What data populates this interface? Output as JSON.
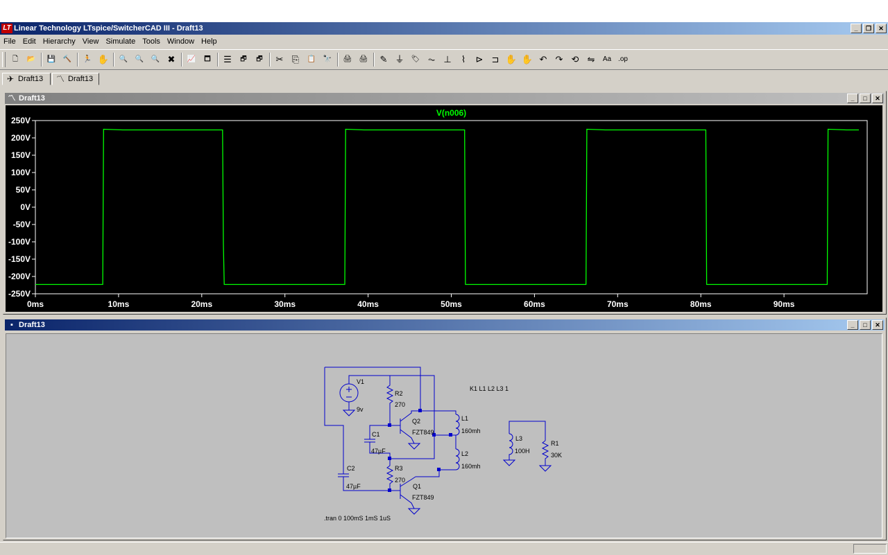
{
  "window": {
    "title": "Linear Technology LTspice/SwitcherCAD III - Draft13",
    "app_icon_glyph": "LT",
    "buttons": [
      "_",
      "❐",
      "✕"
    ]
  },
  "menu": {
    "items": [
      "File",
      "Edit",
      "Hierarchy",
      "View",
      "Simulate",
      "Tools",
      "Window",
      "Help"
    ]
  },
  "toolbar": {
    "icons": [
      "new-schematic-icon",
      "open-folder-icon",
      "save-icon",
      "control-panel-icon",
      "run-icon",
      "pan-hand-icon",
      "zoom-area-icon",
      "zoom-in-icon",
      "zoom-out-icon",
      "zoom-cancel-icon",
      "autoscale-icon",
      "fit-icon",
      "tile-horizontal-icon",
      "cascade-icon",
      "tile-vertical-icon",
      "cut-icon",
      "copy-icon",
      "paste-icon",
      "find-icon",
      "print-setup-icon",
      "print-icon",
      "wire-icon",
      "ground-icon",
      "label-net-icon",
      "resistor-icon",
      "capacitor-icon",
      "inductor-icon",
      "diode-icon",
      "component-icon",
      "move-icon",
      "drag-icon",
      "undo-icon",
      "redo-icon",
      "rotate-icon",
      "mirror-icon",
      "text-icon",
      "spice-directive-icon"
    ],
    "glyphs": [
      "🗋",
      "📂",
      "💾",
      "🔨",
      "🏃",
      "✋",
      "🔍",
      "🔍",
      "🔍",
      "✖",
      "📈",
      "🗖",
      "☰",
      "🗗",
      "🗗",
      "✂",
      "⎘",
      "📋",
      "🔭",
      "🖨",
      "🖨",
      "✎",
      "⏚",
      "🏷",
      "⏦",
      "⊥",
      "⌇",
      "⊳",
      "⊐",
      "✋",
      "✋",
      "↶",
      "↷",
      "⟲",
      "⇋",
      "Aa",
      ".op"
    ]
  },
  "tabs": [
    {
      "label": "Draft13",
      "icon": "schematic-tab-icon",
      "glyph": "✈"
    },
    {
      "label": "Draft13",
      "icon": "waveform-tab-icon",
      "glyph": "〽"
    }
  ],
  "plot_window": {
    "title": "Draft13",
    "icon": "waveform-icon",
    "icon_glyph": "〽",
    "buttons": [
      "_",
      "□",
      "✕"
    ]
  },
  "schematic_window": {
    "title": "Draft13",
    "icon": "schematic-icon",
    "icon_glyph": "▪",
    "buttons": [
      "_",
      "□",
      "✕"
    ]
  },
  "colors": {
    "trace": "#00ff00",
    "plot_bg": "#000000",
    "axis": "#ffffff",
    "wire": "#0000cc",
    "schematic_bg": "#bfbfbf"
  },
  "chart_data": {
    "type": "line",
    "series": [
      {
        "name": "V(n006)",
        "color": "#00ff00",
        "points": [
          [
            0,
            -223
          ],
          [
            8.1,
            -223
          ],
          [
            8.2,
            225
          ],
          [
            10.5,
            223
          ],
          [
            22.5,
            223
          ],
          [
            22.6,
            -105
          ],
          [
            22.7,
            -223
          ],
          [
            37.2,
            -223
          ],
          [
            37.3,
            225
          ],
          [
            39.5,
            223
          ],
          [
            51.6,
            223
          ],
          [
            51.7,
            -223
          ],
          [
            66.2,
            -223
          ],
          [
            66.3,
            225
          ],
          [
            68.5,
            223
          ],
          [
            80.6,
            223
          ],
          [
            80.7,
            -223
          ],
          [
            95.2,
            -223
          ],
          [
            95.3,
            225
          ],
          [
            97.5,
            223
          ],
          [
            99,
            223
          ]
        ]
      }
    ],
    "xlim": [
      0,
      100
    ],
    "ylim": [
      -250,
      250
    ],
    "x_ticks": [
      0,
      10,
      20,
      30,
      40,
      50,
      60,
      70,
      80,
      90
    ],
    "x_tick_labels": [
      "0ms",
      "10ms",
      "20ms",
      "30ms",
      "40ms",
      "50ms",
      "60ms",
      "70ms",
      "80ms",
      "90ms"
    ],
    "y_ticks": [
      250,
      200,
      150,
      100,
      50,
      0,
      -50,
      -100,
      -150,
      -200,
      -250
    ],
    "y_tick_labels": [
      "250V",
      "200V",
      "150V",
      "100V",
      "50V",
      "0V",
      "-50V",
      "-100V",
      "-150V",
      "-200V",
      "-250V"
    ],
    "grid": false
  },
  "schematic": {
    "labels": {
      "v1": "V1",
      "v1_val": "9v",
      "r2": "R2",
      "r2_val": "270",
      "q2": "Q2",
      "q2_val": "FZT849",
      "c1": "C1",
      "c1_val": "47µF",
      "l1": "L1",
      "l1_val": "160mh",
      "l2": "L2",
      "l2_val": "160mh",
      "r3": "R3",
      "r3_val": "270",
      "q1": "Q1",
      "q1_val": "FZT849",
      "c2": "C2",
      "c2_val": "47µF",
      "l3": "L3",
      "l3_val": "100H",
      "r1": "R1",
      "r1_val": "30K",
      "coupling": "K1 L1 L2 L3 1",
      "tran": ".tran 0 100mS 1mS 1uS"
    }
  }
}
